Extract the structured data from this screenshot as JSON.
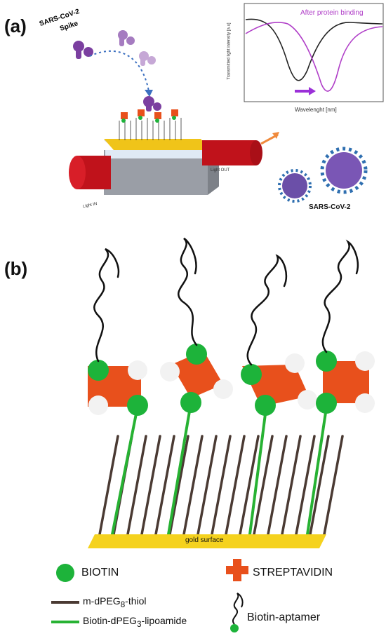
{
  "panels": {
    "a_label": "(a)",
    "b_label": "(b)"
  },
  "panel_a": {
    "spike_label_line1": "SARS-CoV-2",
    "spike_label_line2": "Spike",
    "inset": {
      "ylabel": "Transmitted light intensity [a.u]",
      "xlabel": "Wavelenght [nm]",
      "annotation": "After protein binding"
    },
    "light_in": "Light IN",
    "light_out": "Light OUT",
    "virus_label": "SARS-CoV-2",
    "colors": {
      "spike": "#7b3fa0",
      "fiber": "#c0121b",
      "gold": "#f0c419",
      "substrate": "#9a9ea6",
      "curve_before": "#222222",
      "curve_after": "#b03fc8"
    }
  },
  "panel_b": {
    "gold_surface": "gold surface",
    "legend": {
      "biotin": "BIOTIN",
      "streptavidin": "STREPTAVIDIN",
      "thiol_prefix": "m-dPEG",
      "thiol_sub": "8",
      "thiol_suffix": "-thiol",
      "lipo_prefix": "Biotin-dPEG",
      "lipo_sub": "3",
      "lipo_suffix": "-lipoamide",
      "aptamer": "Biotin-aptamer"
    },
    "colors": {
      "biotin": "#1db33a",
      "streptavidin": "#e8501c",
      "thiol": "#4a3a33",
      "lipoamide": "#27b233",
      "gold": "#f5d21e"
    }
  }
}
